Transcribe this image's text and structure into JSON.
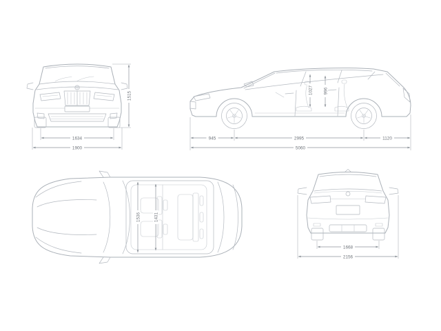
{
  "page": {
    "background": "#ffffff",
    "line_color": "#aab0b7",
    "dim_color": "#8d939a"
  },
  "views": {
    "front": {
      "label": "front-view",
      "height": "1515",
      "track_front": "1634",
      "width": "1900"
    },
    "side": {
      "label": "side-view",
      "headroom_front": "1027",
      "headroom_rear": "996",
      "front_overhang": "945",
      "wheelbase": "2995",
      "rear_overhang": "1120",
      "length": "5060"
    },
    "top": {
      "label": "top-view",
      "interior_width_front": "1536",
      "interior_width_rear": "1431"
    },
    "rear": {
      "label": "rear-view",
      "track_rear": "1668",
      "width_incl_mirrors": "2156"
    }
  }
}
